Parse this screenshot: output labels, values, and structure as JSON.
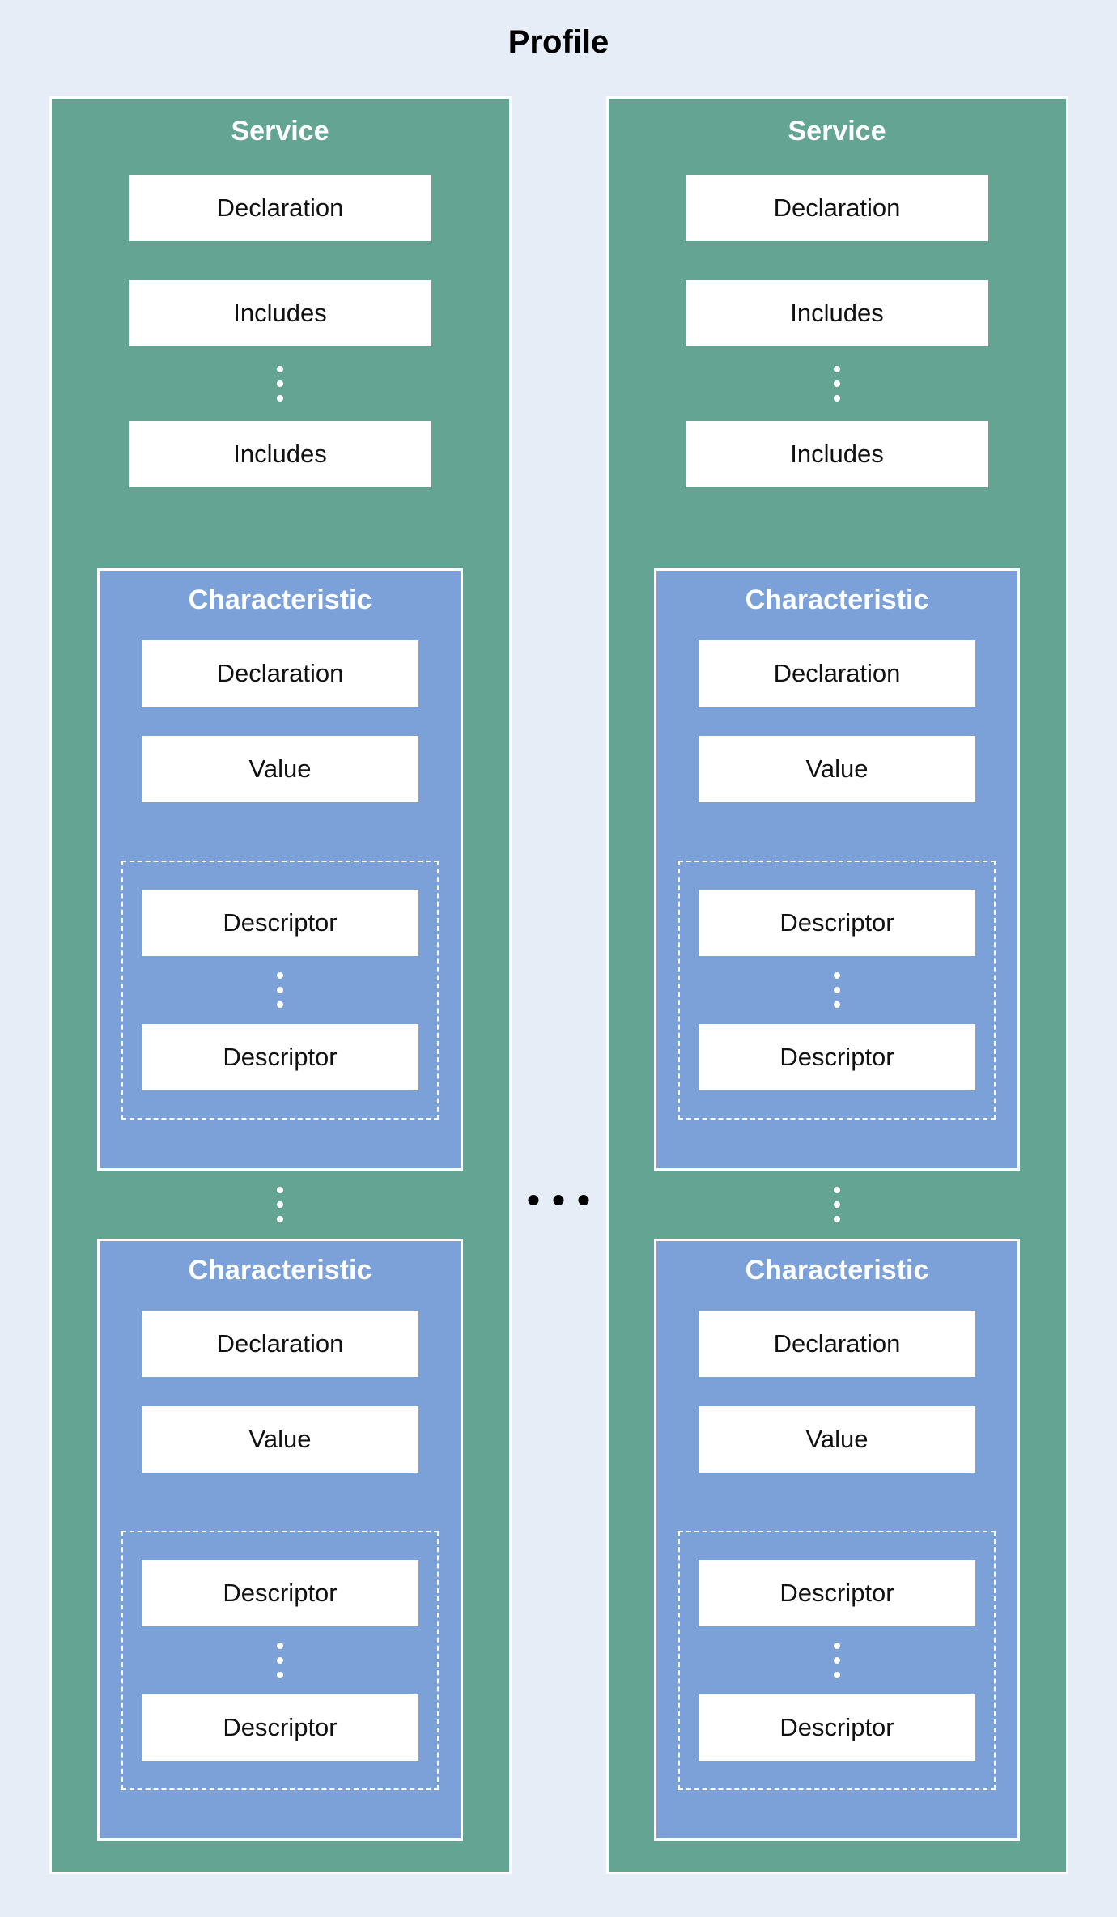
{
  "page": {
    "title": "Profile"
  },
  "colors": {
    "background": "#E7EDF6",
    "service_green": "#63A592",
    "characteristic_blue": "#7CA0D8",
    "box_fill": "#FFFFFF",
    "title_text": "#000000"
  },
  "services": [
    {
      "title": "Service",
      "declaration": "Declaration",
      "includes": [
        "Includes",
        "Includes"
      ],
      "characteristics": [
        {
          "title": "Characteristic",
          "declaration": "Declaration",
          "value": "Value",
          "descriptors": [
            "Descriptor",
            "Descriptor"
          ]
        },
        {
          "title": "Characteristic",
          "declaration": "Declaration",
          "value": "Value",
          "descriptors": [
            "Descriptor",
            "Descriptor"
          ]
        }
      ]
    },
    {
      "title": "Service",
      "declaration": "Declaration",
      "includes": [
        "Includes",
        "Includes"
      ],
      "characteristics": [
        {
          "title": "Characteristic",
          "declaration": "Declaration",
          "value": "Value",
          "descriptors": [
            "Descriptor",
            "Descriptor"
          ]
        },
        {
          "title": "Characteristic",
          "declaration": "Declaration",
          "value": "Value",
          "descriptors": [
            "Descriptor",
            "Descriptor"
          ]
        }
      ]
    }
  ]
}
